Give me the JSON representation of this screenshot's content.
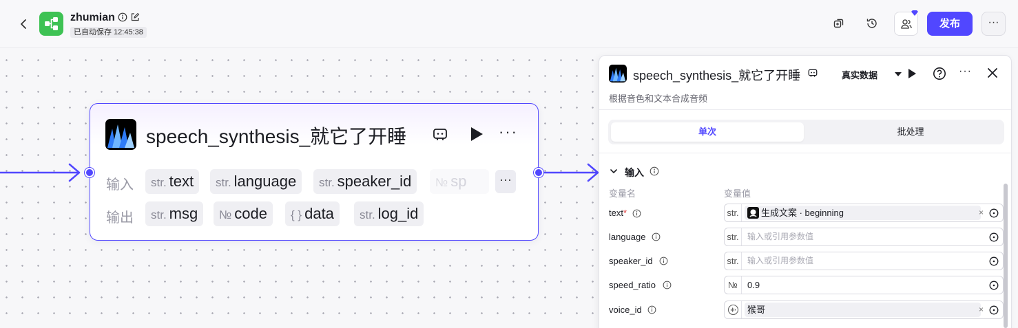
{
  "app": {
    "name": "zhumian",
    "save_status": "已自动保存 12:45:38"
  },
  "toolbar": {
    "publish_label": "发布",
    "more_label": "···"
  },
  "node": {
    "title": "speech_synthesis_就它了开睡",
    "more_label": "···",
    "inputs_label": "输入",
    "outputs_label": "输出",
    "inputs": [
      {
        "type": "str.",
        "name": "text"
      },
      {
        "type": "str.",
        "name": "language"
      },
      {
        "type": "str.",
        "name": "speaker_id"
      },
      {
        "type": "№",
        "name": "sp"
      }
    ],
    "outputs": [
      {
        "type": "str.",
        "name": "msg"
      },
      {
        "type": "№",
        "name": "code"
      },
      {
        "type": "{ }",
        "name": "data"
      },
      {
        "type": "str.",
        "name": "log_id"
      }
    ],
    "ports_more_label": "···"
  },
  "panel": {
    "title": "speech_synthesis_就它了开睡",
    "mode": "真实数据",
    "description": "根据音色和文本合成音频",
    "tabs": [
      "单次",
      "批处理"
    ],
    "section_title": "输入",
    "col_name": "变量名",
    "col_value": "变量值",
    "more_label": "···",
    "rows": [
      {
        "name": "text",
        "required_mark": "*",
        "type": "str.",
        "chip_text": "生成文案 · beginning",
        "clear": "×"
      },
      {
        "name": "language",
        "type": "str.",
        "placeholder": "输入或引用参数值"
      },
      {
        "name": "speaker_id",
        "type": "str.",
        "placeholder": "输入或引用参数值"
      },
      {
        "name": "speed_ratio",
        "type": "№",
        "value": "0.9"
      },
      {
        "name": "voice_id",
        "type": "",
        "chip_text": "猴哥",
        "clear": "×"
      }
    ]
  },
  "colors": {
    "accent": "#5147ff",
    "app_icon": "#3ec254"
  }
}
